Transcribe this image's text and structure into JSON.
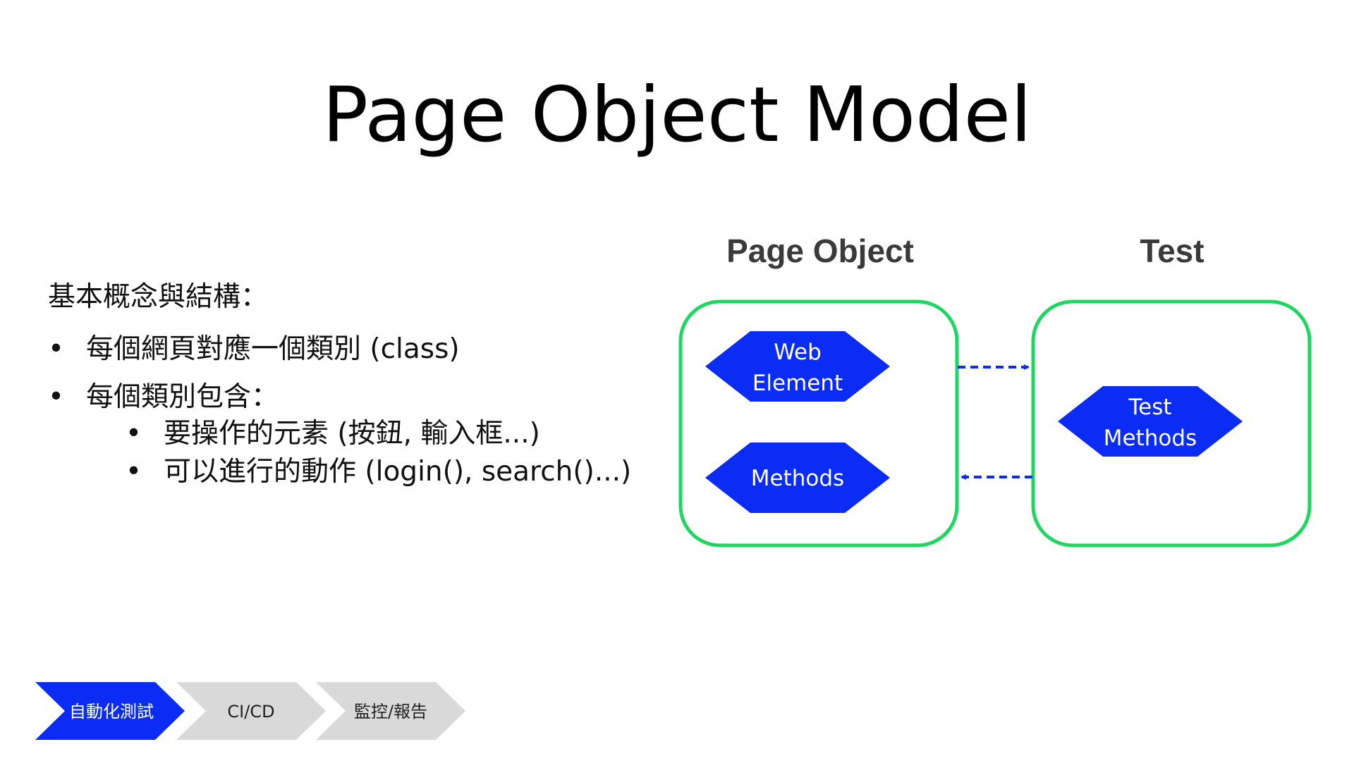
{
  "title": "Page Object Model",
  "content": {
    "heading": "基本概念與結構：",
    "bullets": [
      {
        "text": "每個網頁對應一個類別 (class)"
      },
      {
        "text": "每個類別包含：",
        "sub": [
          "要操作的元素 (按鈕, 輸入框...)",
          "可以進行的動作 (login(), search()...)"
        ]
      }
    ],
    "bullet_glyph": "•"
  },
  "diagram": {
    "colors": {
      "container_border": "#1ed760",
      "node_fill": "#0a2cf5",
      "arrow": "#0a2cf5",
      "node_text": "#ffffff",
      "label": "#3a3a3a"
    },
    "page_object": {
      "label": "Page Object",
      "nodes": [
        {
          "lines": [
            "Web",
            "Element"
          ]
        },
        {
          "lines": [
            "Methods"
          ]
        }
      ]
    },
    "test": {
      "label": "Test",
      "nodes": [
        {
          "lines": [
            "Test",
            "Methods"
          ]
        }
      ]
    },
    "arrows": [
      {
        "from": "page_object",
        "to": "test",
        "style": "dashed"
      },
      {
        "from": "test",
        "to": "page_object",
        "style": "dashed"
      }
    ]
  },
  "process_steps": {
    "active_color": "#0a2cf5",
    "inactive_color": "#d9d9d9",
    "active_text": "#ffffff",
    "inactive_text": "#222222",
    "items": [
      {
        "label": "自動化測試",
        "active": true
      },
      {
        "label": "CI/CD",
        "active": false
      },
      {
        "label": "監控/報告",
        "active": false
      }
    ]
  }
}
